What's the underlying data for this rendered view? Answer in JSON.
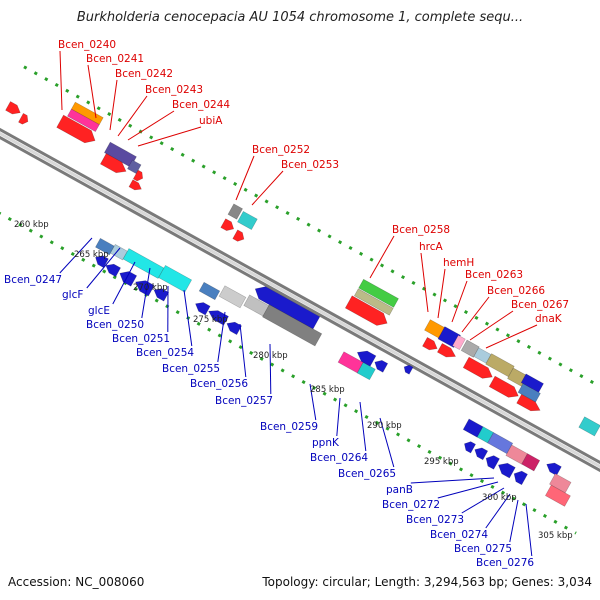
{
  "title": "Burkholderia cenocepacia AU 1054 chromosome 1, complete sequ...",
  "footer": {
    "accession": "Accession: NC_008060",
    "summary": "Topology: circular; Length: 3,294,563 bp; Genes: 3,034"
  },
  "colors": {
    "forward_label": "#dd0000",
    "reverse_label": "#0000bb",
    "backbone": "#7a7a7a",
    "dot_track": "#2aa02a"
  },
  "scale_labels": [
    "260 kbp",
    "265 kbp",
    "270 kbp",
    "275 kbp",
    "280 kbp",
    "285 kbp",
    "290 kbp",
    "295 kbp",
    "300 kbp",
    "305 kbp"
  ],
  "forward_genes": [
    "Bcen_0240",
    "Bcen_0241",
    "Bcen_0242",
    "Bcen_0243",
    "Bcen_0244",
    "ubiA",
    "Bcen_0252",
    "Bcen_0253",
    "Bcen_0258",
    "hrcA",
    "hemH",
    "Bcen_0263",
    "Bcen_0266",
    "Bcen_0267",
    "dnaK"
  ],
  "reverse_genes": [
    "Bcen_0247",
    "glcF",
    "glcE",
    "Bcen_0250",
    "Bcen_0251",
    "Bcen_0254",
    "Bcen_0255",
    "Bcen_0256",
    "Bcen_0257",
    "Bcen_0259",
    "ppnK",
    "Bcen_0264",
    "Bcen_0265",
    "panB",
    "Bcen_0272",
    "Bcen_0273",
    "Bcen_0274",
    "Bcen_0275",
    "Bcen_0276"
  ]
}
